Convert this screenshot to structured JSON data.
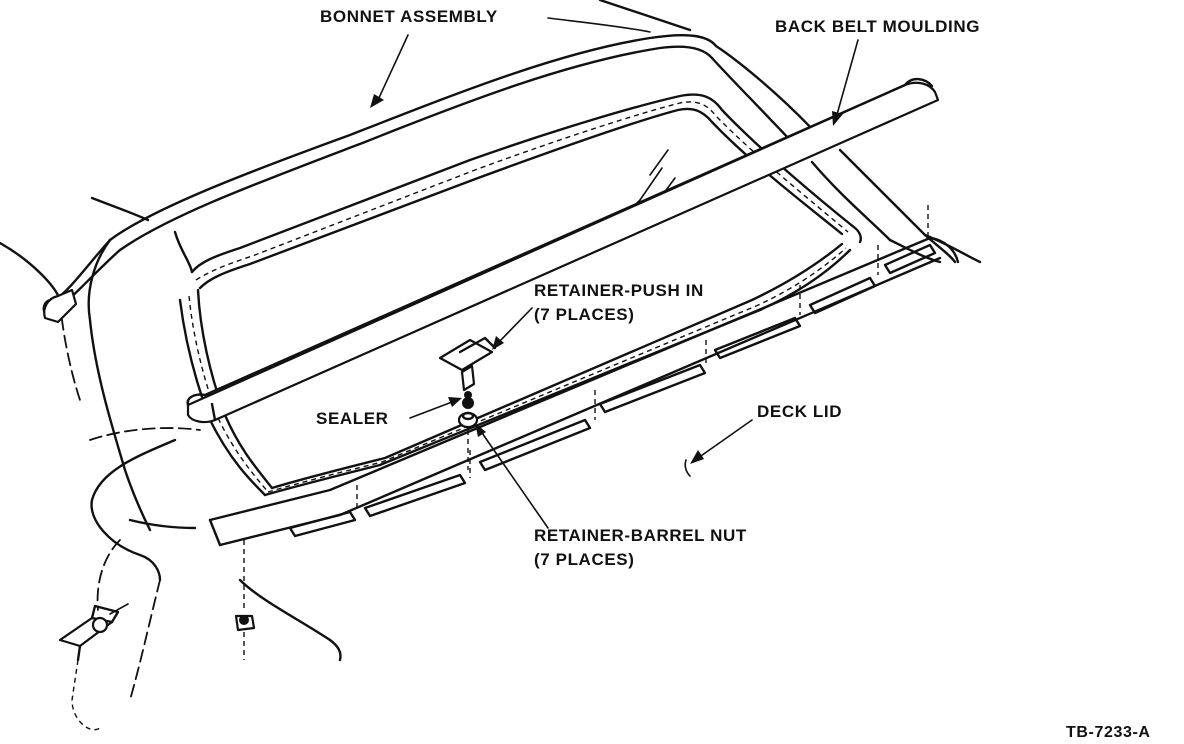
{
  "diagram": {
    "labels": {
      "bonnet_assembly": "BONNET ASSEMBLY",
      "back_belt_moulding": "BACK BELT MOULDING",
      "retainer_push_in_line1": "RETAINER-PUSH IN",
      "retainer_push_in_line2": "(7 PLACES)",
      "sealer": "SEALER",
      "deck_lid": "DECK LID",
      "retainer_barrel_nut_line1": "RETAINER-BARREL NUT",
      "retainer_barrel_nut_line2": "(7 PLACES)",
      "figure_id": "TB-7233-A"
    },
    "colors": {
      "ink": "#111111",
      "paper": "#ffffff"
    }
  }
}
